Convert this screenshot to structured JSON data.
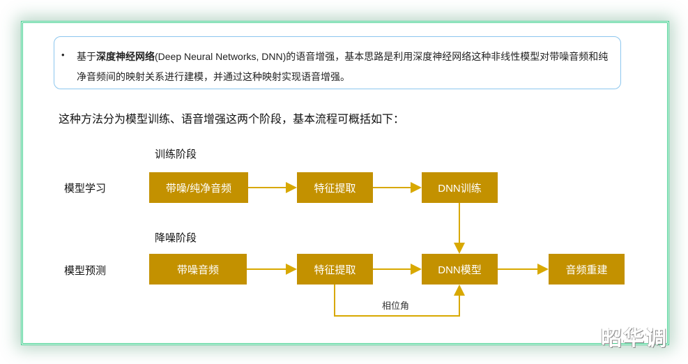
{
  "note": {
    "bullet": "•",
    "prefix": "基于",
    "bold": "深度神经网络",
    "rest": "(Deep Neural Networks, DNN)的语音增强，基本思路是利用深度神经网络这种非线性模型对带噪音频和纯净音频间的映射关系进行建模，并通过这种映射实现语音增强。"
  },
  "intro": "这种方法分为模型训练、语音增强这两个阶段，基本流程可概括如下：",
  "training": {
    "stage": "训练阶段",
    "row": "模型学习",
    "boxes": [
      "带噪/纯净音频",
      "特征提取",
      "DNN训练"
    ]
  },
  "denoise": {
    "stage": "降噪阶段",
    "row": "模型预测",
    "boxes": [
      "带噪音频",
      "特征提取",
      "DNN模型",
      "音频重建"
    ],
    "phase_label": "相位角"
  },
  "watermark": "昭华调",
  "colors": {
    "box": "#c39100",
    "border": "#3fcf8e",
    "note_border": "#8cc6ee"
  }
}
